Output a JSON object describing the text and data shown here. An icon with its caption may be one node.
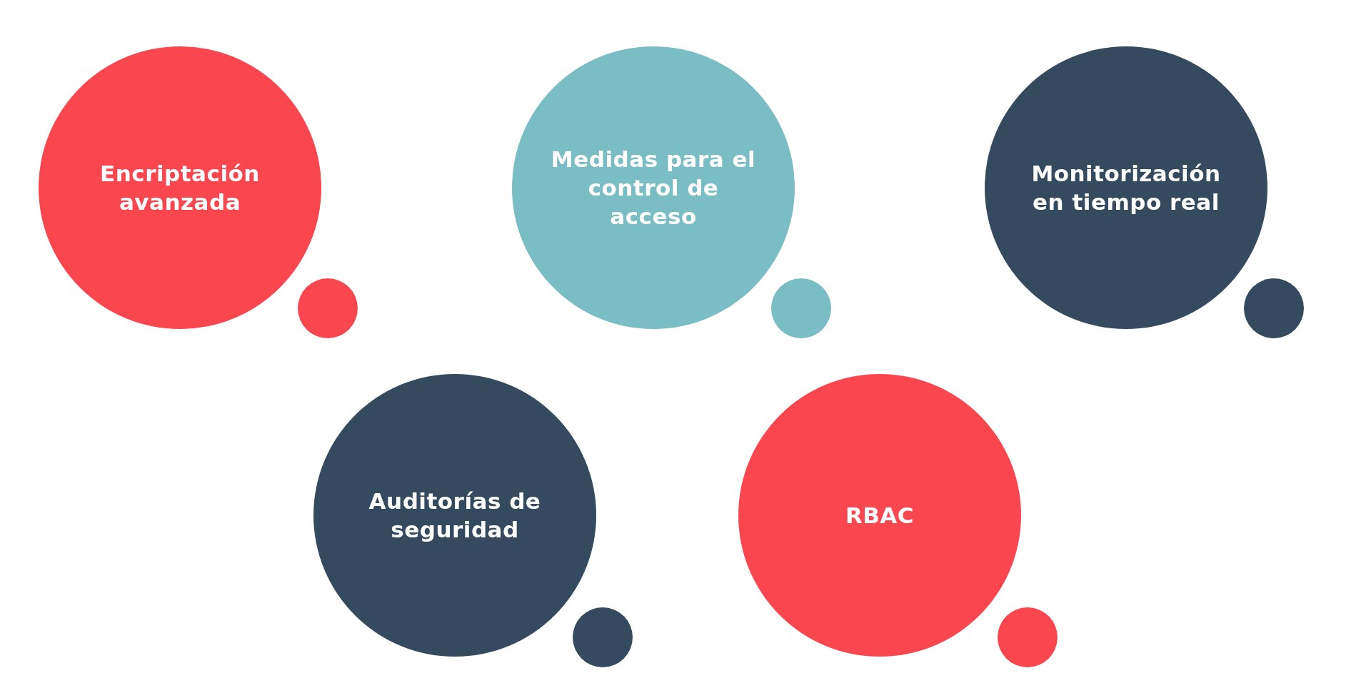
{
  "diagram": {
    "nodes": [
      {
        "text": [
          "Encriptación avanzada"
        ]
      },
      {
        "text": [],
        "shape": "circle"
      },
      {
        "text": [
          "Medidas para el control de acceso"
        ]
      },
      {
        "text": [],
        "shape": "circle"
      },
      {
        "text": [
          "Monitorización en tiempo real"
        ]
      },
      {
        "text": [],
        "shape": "circle"
      },
      {
        "text": [
          "Auditorías de seguridad"
        ]
      },
      {
        "text": [],
        "shape": "circle"
      },
      {
        "text": [
          "RBAC"
        ]
      },
      {
        "text": [],
        "shape": "circle"
      }
    ],
    "edges": []
  }
}
